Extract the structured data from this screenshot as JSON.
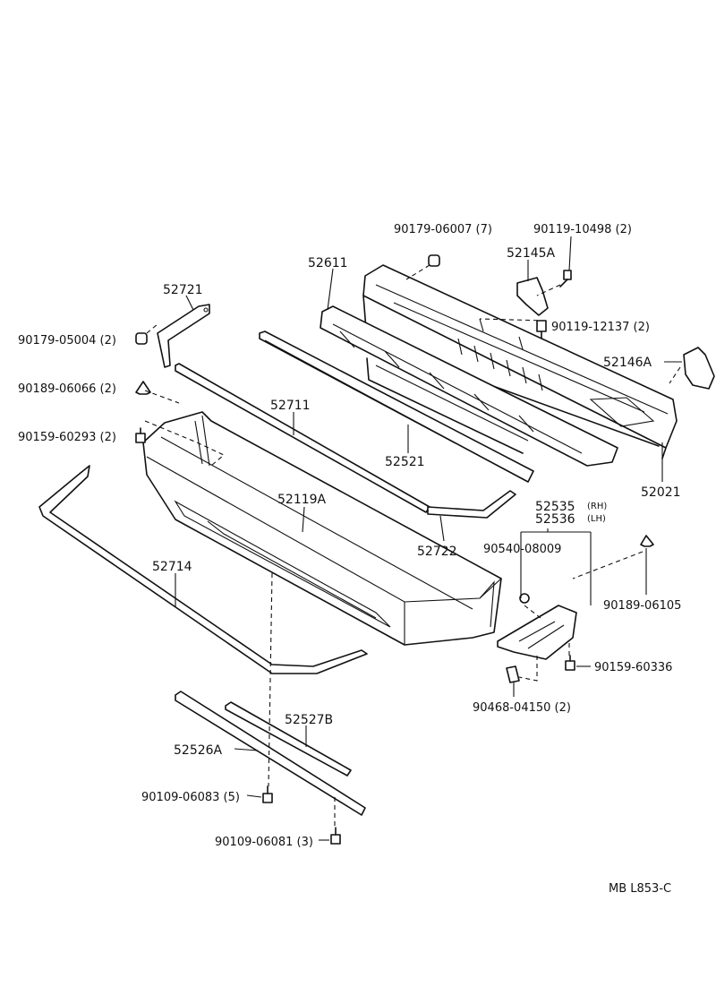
{
  "labels": {
    "p90179_06007": "90179-06007 (7)",
    "p90119_10498": "90119-10498 (2)",
    "p52145A": "52145A",
    "p52611": "52611",
    "p52721": "52721",
    "p90119_12137": "90119-12137 (2)",
    "p90179_05004": "90179-05004 (2)",
    "p52146A": "52146A",
    "p90189_06066": "90189-06066 (2)",
    "p52711": "52711",
    "p90159_60293": "90159-60293 (2)",
    "p52521": "52521",
    "p52021": "52021",
    "p52119A": "52119A",
    "p52535": "52535",
    "p52535_side": "(RH)",
    "p52536": "52536",
    "p52536_side": "(LH)",
    "p90540_08009": "90540-08009",
    "p52722": "52722",
    "p52714": "52714",
    "p90189_06105": "90189-06105",
    "p90159_60336": "90159-60336",
    "p90468_04150": "90468-04150 (2)",
    "p52527B": "52527B",
    "p52526A": "52526A",
    "p90109_06083": "90109-06083 (5)",
    "p90109_06081": "90109-06081 (3)",
    "footer_code": "MB  L853-C"
  }
}
